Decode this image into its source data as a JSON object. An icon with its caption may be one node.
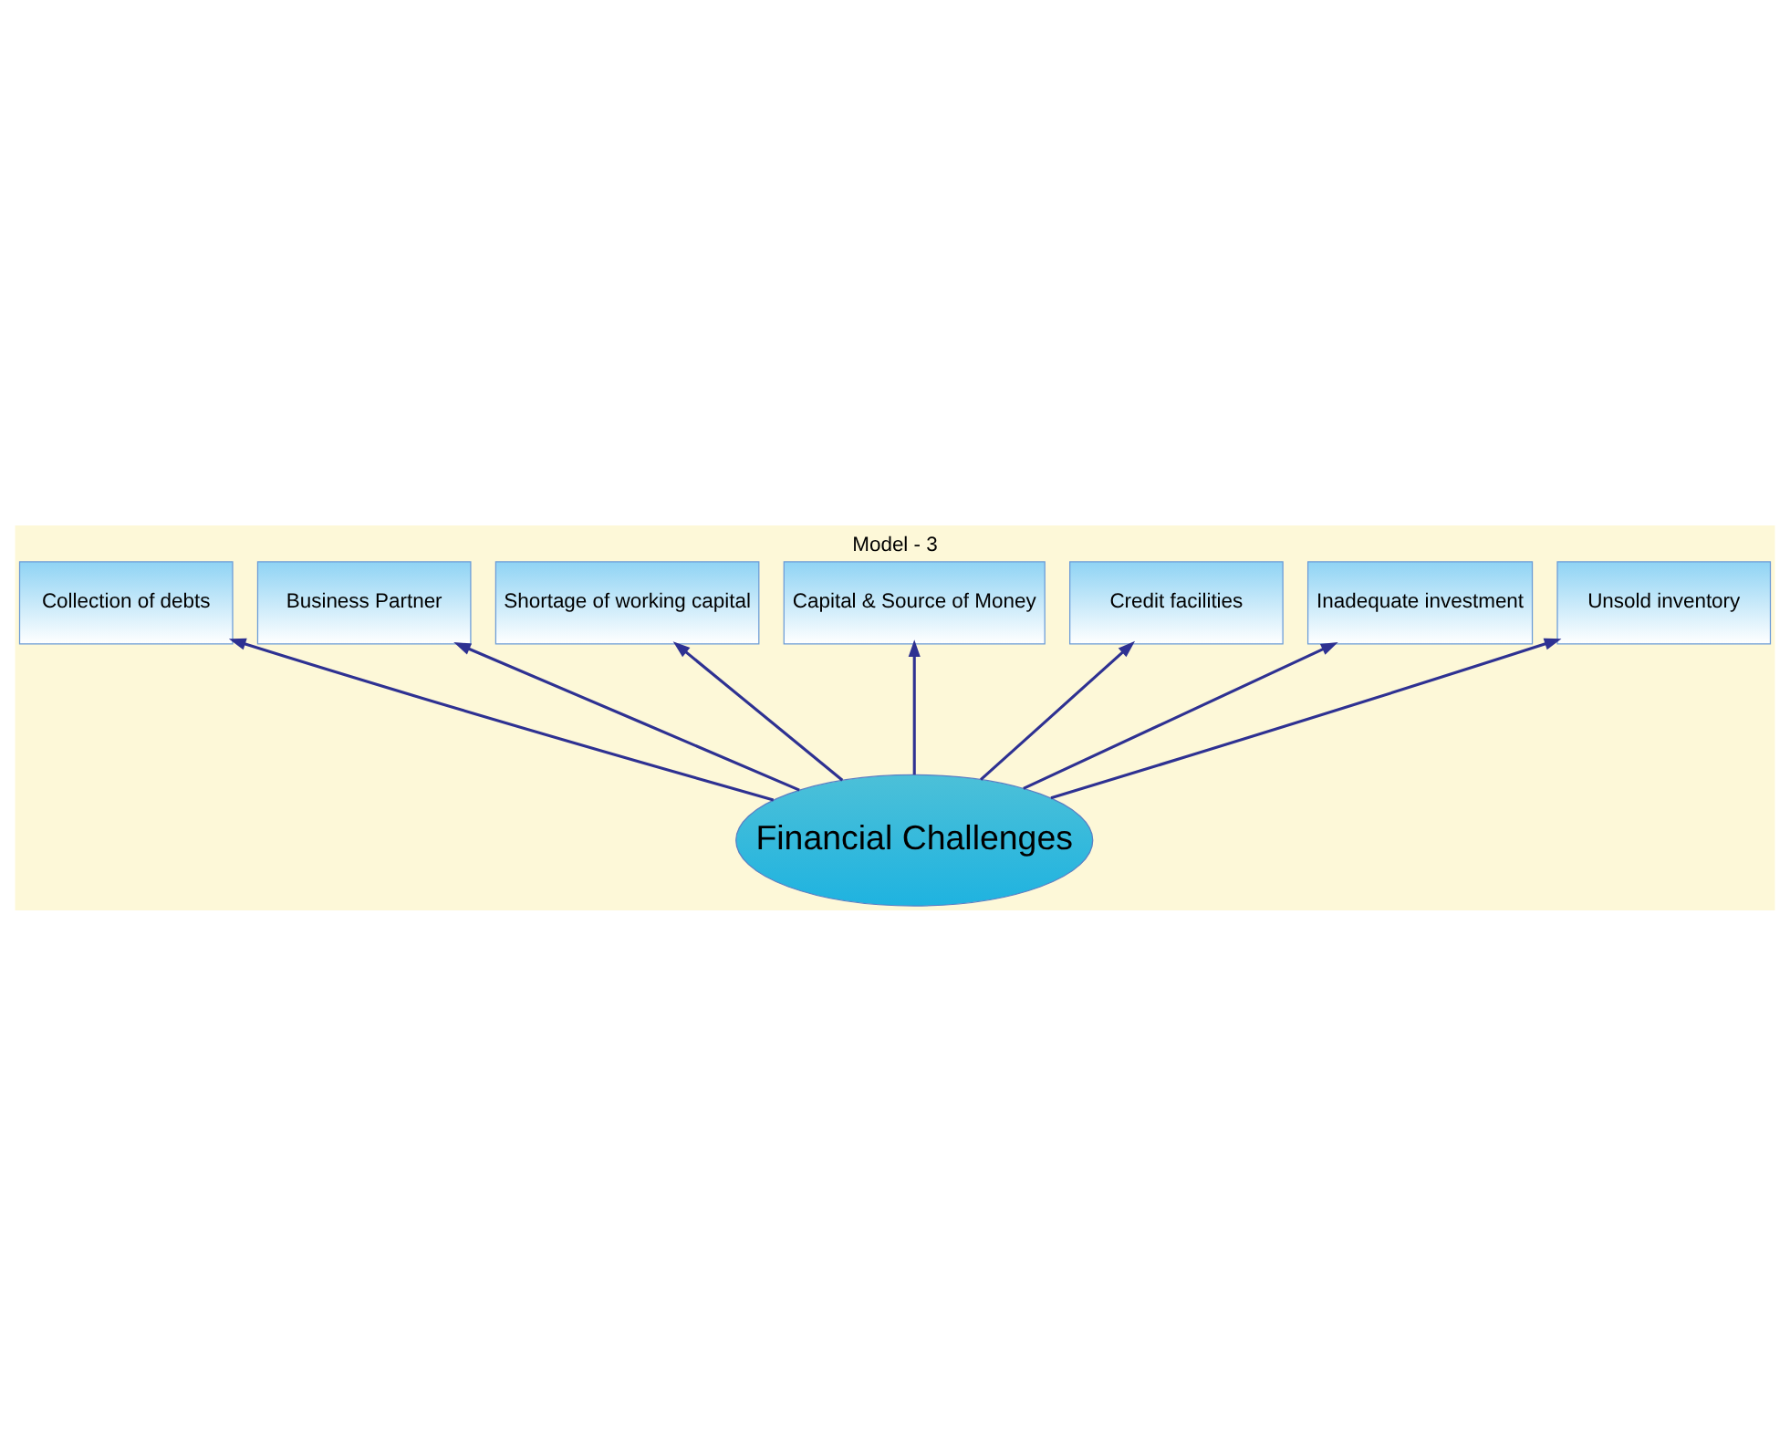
{
  "diagram": {
    "title": "Model - 3",
    "nodes": [
      {
        "text": [
          "Capital & Source of Money"
        ]
      },
      {
        "text": [
          "Shortage of working capital"
        ]
      },
      {
        "text": [
          "Credit facilities"
        ]
      },
      {
        "text": [
          "Business Partner"
        ]
      },
      {
        "text": [
          "Inadequate investment"
        ]
      },
      {
        "text": [
          "Collection of debts"
        ]
      },
      {
        "text": [
          "Unsold inventory"
        ]
      },
      {
        "text": [
          "Financial Challenges"
        ]
      }
    ],
    "edges": [
      {
        "from": 7,
        "to": 0,
        "arrow": "to"
      },
      {
        "from": 7,
        "to": 1,
        "arrow": "to"
      },
      {
        "from": 7,
        "to": 2,
        "arrow": "to"
      },
      {
        "from": 7,
        "to": 3,
        "arrow": "to"
      },
      {
        "from": 7,
        "to": 4,
        "arrow": "to"
      },
      {
        "from": 7,
        "to": 5,
        "arrow": "to"
      },
      {
        "from": 7,
        "to": 6,
        "arrow": "to"
      }
    ]
  }
}
